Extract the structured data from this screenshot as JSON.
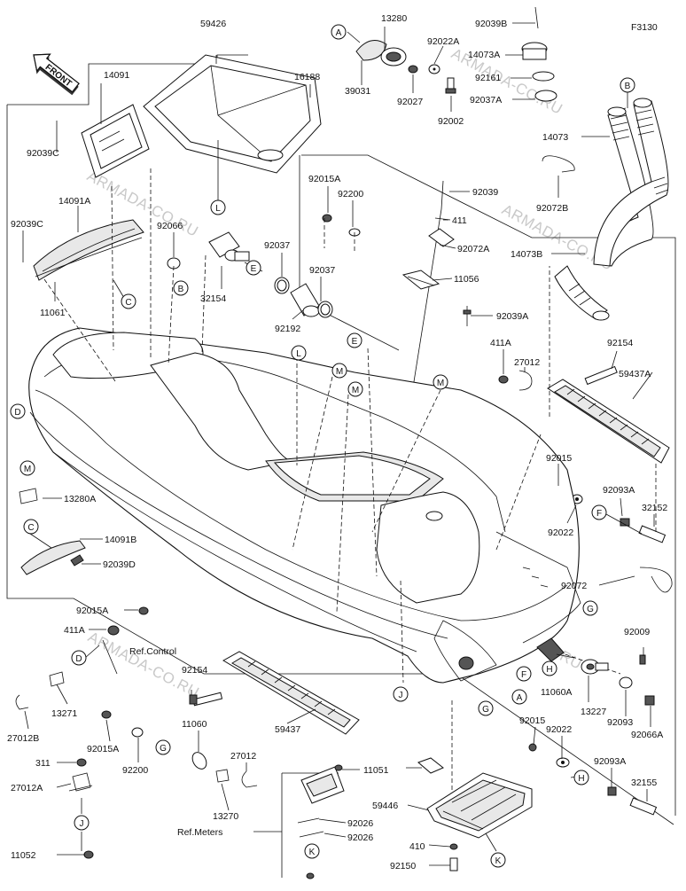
{
  "figure_code": "F3130",
  "front_label": "FRONT",
  "watermark": "ARMADA-CO.RU",
  "part_labels": {
    "p59426": "59426",
    "p14091": "14091",
    "p16188": "16188",
    "p92039C_a": "92039C",
    "p14091A": "14091A",
    "p92039C_b": "92039C",
    "p92066": "92066",
    "p11061": "11061",
    "p13280": "13280",
    "p39031": "39031",
    "p92022A": "92022A",
    "p92027": "92027",
    "p92002": "92002",
    "p92039B": "92039B",
    "p14073A": "14073A",
    "p92161": "92161",
    "p92037A": "92037A",
    "p14073": "14073",
    "p92072B": "92072B",
    "p14073B": "14073B",
    "p92015A_top": "92015A",
    "p92200_top": "92200",
    "p92039_top": "92039",
    "p411_top": "411",
    "p92072A": "92072A",
    "p11056": "11056",
    "p92037_a": "92037",
    "p92037_b": "92037",
    "p32154": "32154",
    "p92192": "92192",
    "p92039A": "92039A",
    "p411A_r": "411A",
    "p27012_r": "27012",
    "p92154_r": "92154",
    "p59437A": "59437A",
    "p13280A": "13280A",
    "p14091B": "14091B",
    "p92039D": "92039D",
    "p92015_r": "92015",
    "p92093A_r": "92093A",
    "p32152": "32152",
    "p92022_r": "92022",
    "p92072": "92072",
    "p92015A_l": "92015A",
    "p411A_l": "411A",
    "p92154_l": "92154",
    "p13271": "13271",
    "p27012B": "27012B",
    "p92009": "92009",
    "p11060A": "11060A",
    "p13227": "13227",
    "p92093": "92093",
    "p92066A": "92066A",
    "p59437": "59437",
    "p92015A_b": "92015A",
    "p92200_b": "92200",
    "p11060": "11060",
    "p27012_b": "27012",
    "p13270": "13270",
    "p311": "311",
    "p27012A": "27012A",
    "p11052": "11052",
    "p11051": "11051",
    "p92026_a": "92026",
    "p92026_b": "92026",
    "p59446": "59446",
    "p410": "410",
    "p92150": "92150",
    "p92015_b": "92015",
    "p92022_b": "92022",
    "p92093A_b": "92093A",
    "p32155": "32155"
  },
  "refs": {
    "control": "Ref.Control",
    "meters": "Ref.Meters"
  },
  "callouts": {
    "A": "A",
    "B": "B",
    "C": "C",
    "D": "D",
    "E": "E",
    "F": "F",
    "G": "G",
    "H": "H",
    "J": "J",
    "K": "K",
    "L": "L",
    "M": "M"
  }
}
